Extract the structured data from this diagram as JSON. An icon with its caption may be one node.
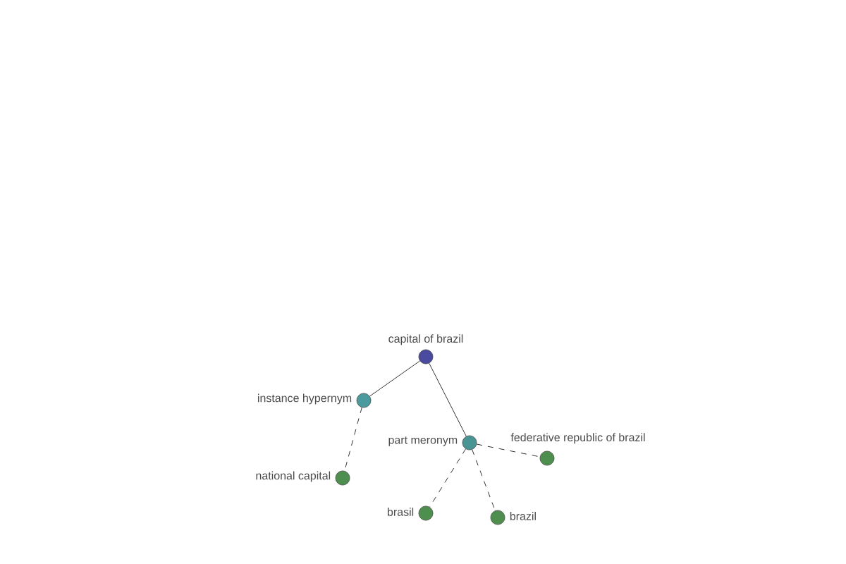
{
  "diagram": {
    "nodes": [
      {
        "text": [
          "capital of brazil"
        ]
      },
      {
        "text": [
          "instance hypernym"
        ]
      },
      {
        "text": [
          "part meronym"
        ]
      },
      {
        "text": [
          "national capital"
        ]
      },
      {
        "text": [
          "federative republic of brazil"
        ]
      },
      {
        "text": [
          "brasil"
        ]
      },
      {
        "text": [
          "brazil"
        ]
      }
    ],
    "edges": [
      {
        "from": 0,
        "to": 1,
        "arrow": "none"
      },
      {
        "from": 0,
        "to": 2,
        "arrow": "none"
      },
      {
        "from": 1,
        "to": 3,
        "arrow": "none",
        "style": "dashed"
      },
      {
        "from": 2,
        "to": 4,
        "arrow": "none",
        "style": "dashed"
      },
      {
        "from": 2,
        "to": 5,
        "arrow": "none",
        "style": "dashed"
      },
      {
        "from": 2,
        "to": 6,
        "arrow": "none",
        "style": "dashed"
      }
    ]
  }
}
